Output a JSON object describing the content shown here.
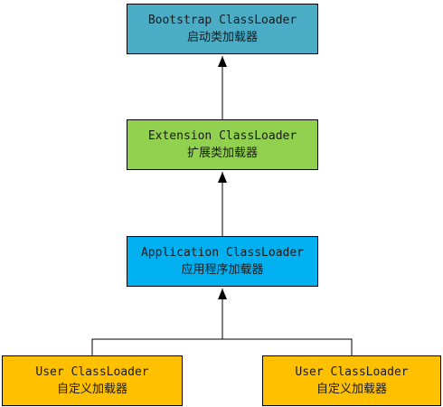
{
  "nodes": {
    "bootstrap": {
      "en": "Bootstrap ClassLoader",
      "zh": "启动类加载器",
      "color": "#4bacc6"
    },
    "extension": {
      "en": "Extension ClassLoader",
      "zh": "扩展类加载器",
      "color": "#92d050"
    },
    "application": {
      "en": "Application ClassLoader",
      "zh": "应用程序加载器",
      "color": "#00b0f0"
    },
    "user_left": {
      "en": "User ClassLoader",
      "zh": "自定义加载器",
      "color": "#ffc000"
    },
    "user_right": {
      "en": "User ClassLoader",
      "zh": "自定义加载器",
      "color": "#ffc000"
    }
  },
  "edges": [
    {
      "from": "extension",
      "to": "bootstrap"
    },
    {
      "from": "application",
      "to": "extension"
    },
    {
      "from": "user_left",
      "to": "application"
    },
    {
      "from": "user_right",
      "to": "application"
    }
  ],
  "colors": {
    "line": "#000000",
    "text": "#1a1a1a"
  }
}
